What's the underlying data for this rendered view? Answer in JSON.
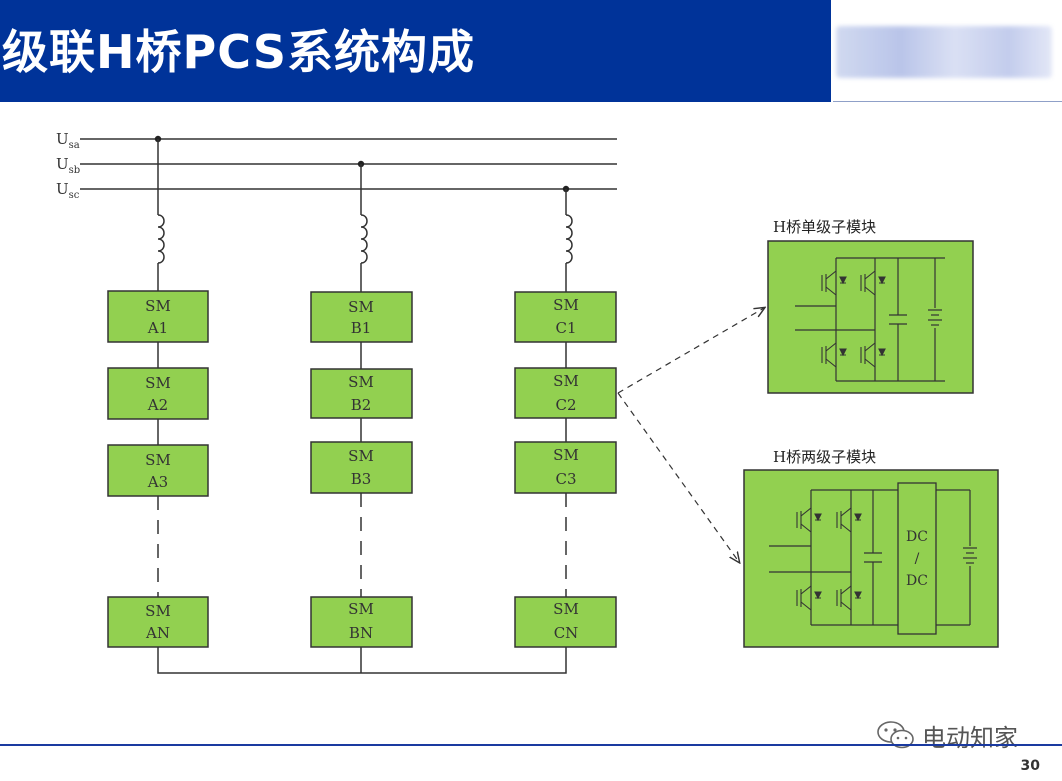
{
  "header": {
    "title": "级联H桥PCS系统构成"
  },
  "bus_labels": [
    {
      "main": "U",
      "sub": "sa"
    },
    {
      "main": "U",
      "sub": "sb"
    },
    {
      "main": "U",
      "sub": "sc"
    }
  ],
  "modules": {
    "phase_a": [
      [
        "SM",
        "A1"
      ],
      [
        "SM",
        "A2"
      ],
      [
        "SM",
        "A3"
      ],
      [
        "SM",
        "AN"
      ]
    ],
    "phase_b": [
      [
        "SM",
        "B1"
      ],
      [
        "SM",
        "B2"
      ],
      [
        "SM",
        "B3"
      ],
      [
        "SM",
        "BN"
      ]
    ],
    "phase_c": [
      [
        "SM",
        "C1"
      ],
      [
        "SM",
        "C2"
      ],
      [
        "SM",
        "C3"
      ],
      [
        "SM",
        "CN"
      ]
    ]
  },
  "panels": {
    "single_stage": {
      "label": "H桥单级子模块"
    },
    "two_stage": {
      "label": "H桥两级子模块",
      "converter": [
        "DC",
        "/",
        "DC"
      ]
    }
  },
  "colors": {
    "module_fill": "#92d050",
    "header_blue": "#003399"
  },
  "footer": {
    "watermark": "电动知家",
    "page": "30"
  }
}
